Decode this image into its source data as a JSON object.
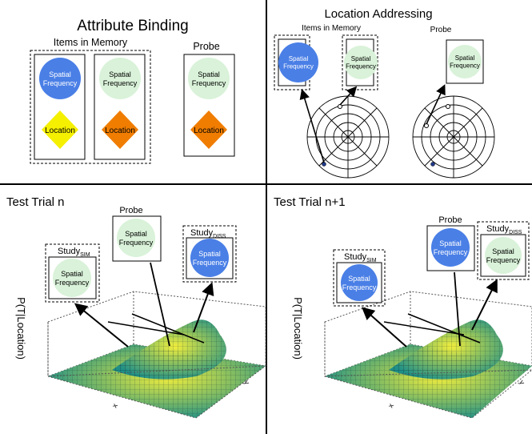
{
  "quadrants": {
    "top_left": {
      "title": "Attribute Binding",
      "memory_label": "Items in Memory",
      "probe_label": "Probe",
      "items": [
        {
          "feature": "Spatial Frequency",
          "feature_color": "#4a7fe6",
          "location": "Location",
          "location_color": "#f5f000"
        },
        {
          "feature": "Spatial Frequency",
          "feature_color": "#d9f2d9",
          "location": "Location",
          "location_color": "#f07d00"
        }
      ],
      "probe": {
        "feature": "Spatial Frequency",
        "feature_color": "#d9f2d9",
        "location": "Location",
        "location_color": "#f07d00"
      }
    },
    "top_right": {
      "title": "Location Addressing",
      "memory_label": "Items in Memory",
      "probe_label": "Probe",
      "items": [
        {
          "feature": "Spatial Frequency",
          "feature_color": "#4a7fe6"
        },
        {
          "feature": "Spatial Frequency",
          "feature_color": "#d9f2d9"
        }
      ],
      "probe": {
        "feature": "Spatial Frequency",
        "feature_color": "#d9f2d9"
      }
    },
    "bottom_left": {
      "title": "Test Trial n",
      "probe_label": "Probe",
      "study_sim": {
        "label": "Study",
        "sub": "SIM",
        "feature": "Spatial Frequency",
        "feature_color": "#d9f2d9"
      },
      "probe": {
        "feature": "Spatial Frequency",
        "feature_color": "#d9f2d9"
      },
      "study_diss": {
        "label": "Study",
        "sub": "DISS",
        "feature": "Spatial Frequency",
        "feature_color": "#4a7fe6"
      },
      "zlabel": "P(T|Location)",
      "xlabel": "x",
      "ylabel": "y"
    },
    "bottom_right": {
      "title": "Test Trial n+1",
      "probe_label": "Probe",
      "study_sim": {
        "label": "Study",
        "sub": "SIM",
        "feature": "Spatial Frequency",
        "feature_color": "#4a7fe6"
      },
      "probe": {
        "feature": "Spatial Frequency",
        "feature_color": "#4a7fe6"
      },
      "study_diss": {
        "label": "Study",
        "sub": "DISS",
        "feature": "Spatial Frequency",
        "feature_color": "#d9f2d9"
      },
      "zlabel": "P(T|Location)",
      "xlabel": "x",
      "ylabel": "y"
    }
  }
}
